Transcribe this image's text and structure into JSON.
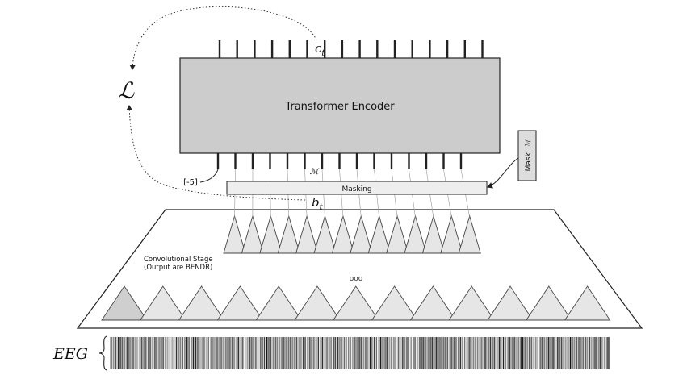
{
  "encoder": {
    "label": "Transformer Encoder"
  },
  "outputs": {
    "label": "c",
    "subscript": "t"
  },
  "loss": {
    "symbol": "ℒ"
  },
  "start_token": {
    "label": "[-5]"
  },
  "mask_annotation": {
    "symbol": "ℳ"
  },
  "mask_box": {
    "label": "Mask",
    "symbol": "ℳ"
  },
  "masking": {
    "label": "Masking"
  },
  "bendr": {
    "label": "b",
    "subscript": "t"
  },
  "conv_stage": {
    "line1": "Convolutional Stage",
    "line2": "(Output are BENDR)"
  },
  "ellipsis": {
    "label": "ooo"
  },
  "eeg": {
    "label": "EEG"
  },
  "colors": {
    "encoder_fill": "#cccccc",
    "triangle_fill": "#e6e6e6",
    "triangle_dark": "#cfcfcf",
    "stroke": "#222222"
  }
}
